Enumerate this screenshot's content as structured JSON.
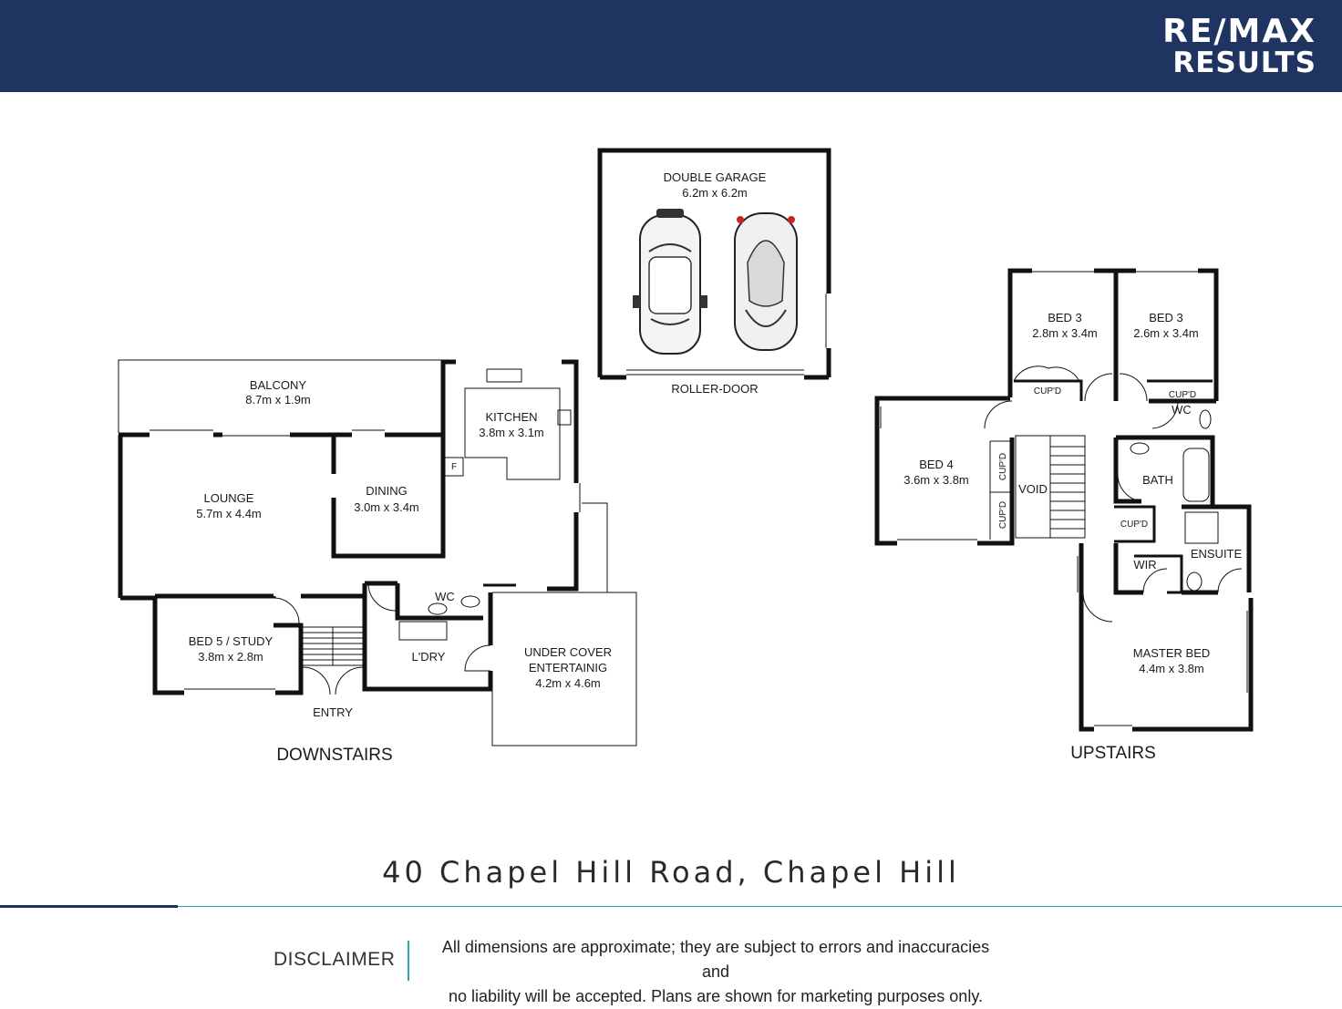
{
  "header": {
    "logo_line1": "RE/MAX",
    "logo_line2": "RESULTS",
    "background": "#1f3461"
  },
  "plan": {
    "garage": {
      "name": "DOUBLE GARAGE",
      "size": "6.2m x 6.2m",
      "door": "ROLLER-DOOR"
    },
    "downstairs": {
      "label": "DOWNSTAIRS",
      "balcony": {
        "name": "BALCONY",
        "size": "8.7m x 1.9m"
      },
      "kitchen": {
        "name": "KITCHEN",
        "size": "3.8m x 3.1m",
        "fridge": "F"
      },
      "lounge": {
        "name": "LOUNGE",
        "size": "5.7m x 4.4m"
      },
      "dining": {
        "name": "DINING",
        "size": "3.0m x 3.4m"
      },
      "bed5": {
        "name": "BED 5 / STUDY",
        "size": "3.8m x 2.8m"
      },
      "wc": "WC",
      "laundry": "L'DRY",
      "entertaining": {
        "line1": "UNDER COVER",
        "line2": "ENTERTAINIG",
        "size": "4.2m x 4.6m"
      },
      "entry": "ENTRY"
    },
    "upstairs": {
      "label": "UPSTAIRS",
      "bed3a": {
        "name": "BED 3",
        "size": "2.8m x 3.4m",
        "cupboard": "CUP'D"
      },
      "bed3b": {
        "name": "BED 3",
        "size": "2.6m x 3.4m",
        "cupboard": "CUP'D"
      },
      "wc": "WC",
      "bed4": {
        "name": "BED 4",
        "size": "3.6m x 3.8m"
      },
      "cupd1": "CUP'D",
      "cupd2": "CUP'D",
      "void": "VOID",
      "bath": "BATH",
      "cupd3": "CUP'D",
      "ensuite": "ENSUITE",
      "wir": "WIR",
      "master": {
        "name": "MASTER BED",
        "size": "4.4m x 3.8m"
      }
    }
  },
  "address": "40 Chapel Hill Road, Chapel Hill",
  "disclaimer": {
    "label": "DISCLAIMER",
    "line1": "All dimensions are approximate; they are subject to errors and inaccuracies and",
    "line2": "no liability will be accepted. Plans are shown for marketing purposes only."
  },
  "colors": {
    "navy": "#1f3461",
    "teal": "#29a3b5",
    "wall": "#111111"
  }
}
